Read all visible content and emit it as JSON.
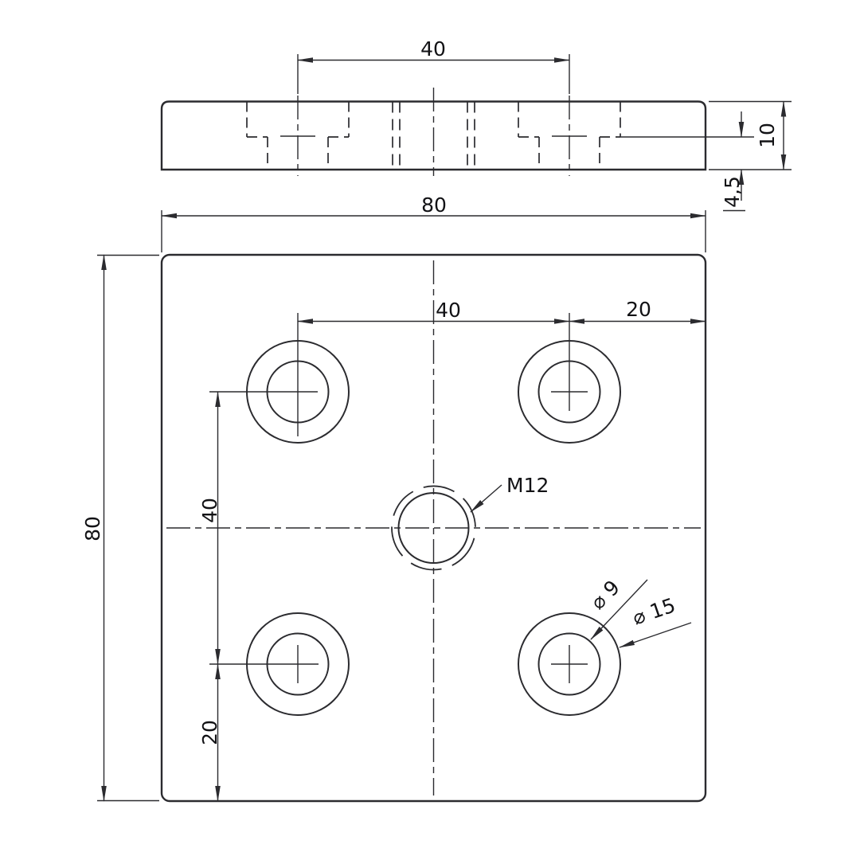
{
  "drawing": {
    "colors": {
      "line": "#2b2b2f",
      "text": "#121215",
      "background": "#ffffff"
    },
    "side_view": {
      "hole_spacing": "40",
      "thickness": "10",
      "base_height": "4,5"
    },
    "front_view": {
      "width": "80",
      "height": "80",
      "hole_spacing_horizontal": "40",
      "edge_distance_horizontal": "20",
      "hole_spacing_vertical": "40",
      "edge_distance_vertical": "20",
      "thread_label": "M12",
      "hole_diameter": "⌀ 9",
      "counterbore_diameter": "⌀ 15"
    }
  }
}
